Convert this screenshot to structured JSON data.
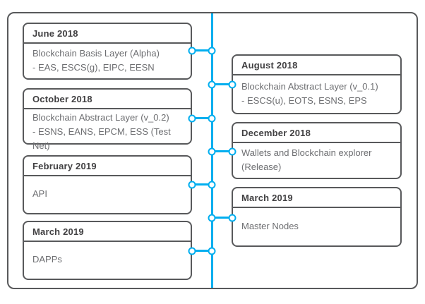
{
  "colors": {
    "accent": "#00aeef",
    "border": "#58595b",
    "heading": "#414042",
    "body": "#6d6e71",
    "background": "#ffffff"
  },
  "milestones": [
    {
      "date": "June 2018",
      "side": "left",
      "lines": [
        "Blockchain Basis Layer (Alpha)",
        "- EAS, ESCS(g), EIPC, EESN"
      ]
    },
    {
      "date": "August 2018",
      "side": "right",
      "lines": [
        "Blockchain Abstract Layer (v_0.1)",
        "- ESCS(u), EOTS, ESNS, EPS"
      ]
    },
    {
      "date": "October 2018",
      "side": "left",
      "lines": [
        "Blockchain Abstract Layer (v_0.2)",
        "- ESNS, EANS, EPCM, ESS (Test Net)"
      ]
    },
    {
      "date": "December 2018",
      "side": "right",
      "lines": [
        "Wallets and Blockchain explorer",
        "(Release)"
      ]
    },
    {
      "date": "February 2019",
      "side": "left",
      "lines": [
        "API"
      ]
    },
    {
      "date": "March 2019",
      "side": "right",
      "lines": [
        "Master Nodes"
      ]
    },
    {
      "date": "March 2019",
      "side": "left",
      "lines": [
        "DAPPs"
      ]
    }
  ]
}
